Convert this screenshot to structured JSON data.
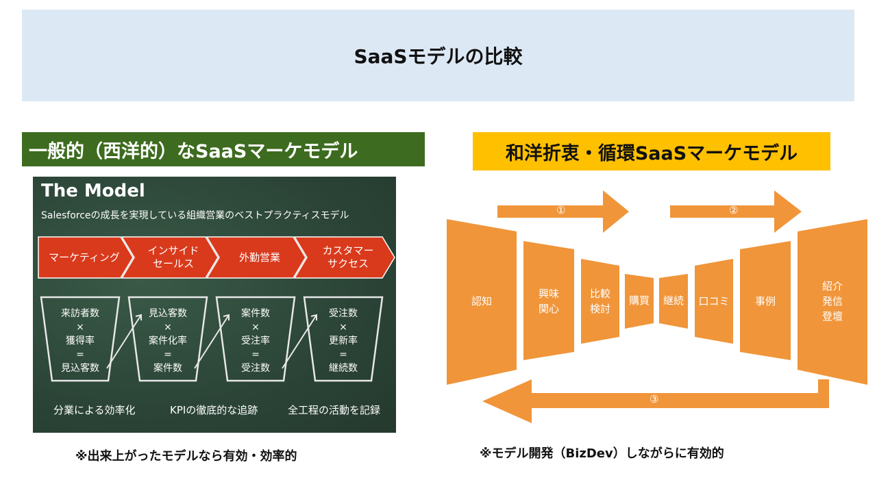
{
  "title": "SaaSモデルの比較",
  "left": {
    "heading": "一般的（西洋的）なSaaSマーケモデル",
    "board": {
      "title": "The Model",
      "subtitle": "Salesforceの成長を実現している組織営業のベストプラクティスモデル",
      "stages": [
        {
          "line1": "マーケティング",
          "line2": ""
        },
        {
          "line1": "インサイド",
          "line2": "セールス"
        },
        {
          "line1": "外勤営業",
          "line2": ""
        },
        {
          "line1": "カスタマー",
          "line2": "サクセス"
        }
      ],
      "cups": [
        {
          "a": "来訪者数",
          "op1": "×",
          "b": "獲得率",
          "op2": "=",
          "c": "見込客数"
        },
        {
          "a": "見込客数",
          "op1": "×",
          "b": "案件化率",
          "op2": "=",
          "c": "案件数"
        },
        {
          "a": "案件数",
          "op1": "×",
          "b": "受注率",
          "op2": "=",
          "c": "受注数"
        },
        {
          "a": "受注数",
          "op1": "×",
          "b": "更新率",
          "op2": "=",
          "c": "継続数"
        }
      ],
      "footer": [
        "分業による効率化",
        "KPIの徹底的な追跡",
        "全工程の活動を記録"
      ]
    },
    "note": "※出来上がったモデルなら有効・効率的"
  },
  "right": {
    "heading": "和洋折衷・循環SaaSマーケモデル",
    "arrows": [
      "①",
      "②",
      "③"
    ],
    "segments": [
      {
        "l1": "認知",
        "l2": "",
        "l3": ""
      },
      {
        "l1": "興味",
        "l2": "関心",
        "l3": ""
      },
      {
        "l1": "比較",
        "l2": "検討",
        "l3": ""
      },
      {
        "l1": "購買",
        "l2": "",
        "l3": ""
      },
      {
        "l1": "継続",
        "l2": "",
        "l3": ""
      },
      {
        "l1": "口コミ",
        "l2": "",
        "l3": ""
      },
      {
        "l1": "事例",
        "l2": "",
        "l3": ""
      },
      {
        "l1": "紹介",
        "l2": "発信",
        "l3": "登壇"
      }
    ],
    "note": "※モデル開発（BizDev）しながらに有効的"
  },
  "colors": {
    "title_band": "#dde8f5",
    "left_heading": "#3d6b1f",
    "right_heading": "#ffc000",
    "chevron": "#d93a1c",
    "funnel": "#f0953a"
  }
}
